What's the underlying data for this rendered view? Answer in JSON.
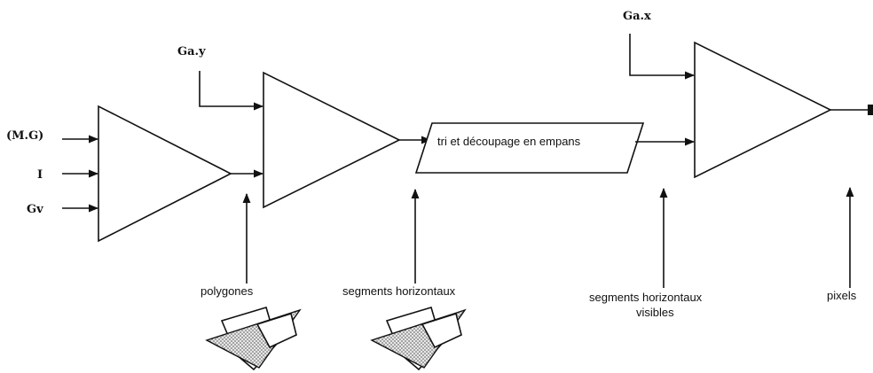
{
  "inputs": {
    "mg": "(M.G)",
    "i": "I",
    "gv": "Gv",
    "gay": "Ga.y",
    "gax": "Ga.x"
  },
  "process": {
    "sort_label": "tri et découpage en empans"
  },
  "outputs": {
    "polygones": "polygones",
    "segments": "segments horizontaux",
    "visible_line1": "segments horizontaux",
    "visible_line2": "visibles",
    "pixels": "pixels"
  },
  "colors": {
    "ink": "#111111",
    "hatch": "#bdbdbd"
  }
}
